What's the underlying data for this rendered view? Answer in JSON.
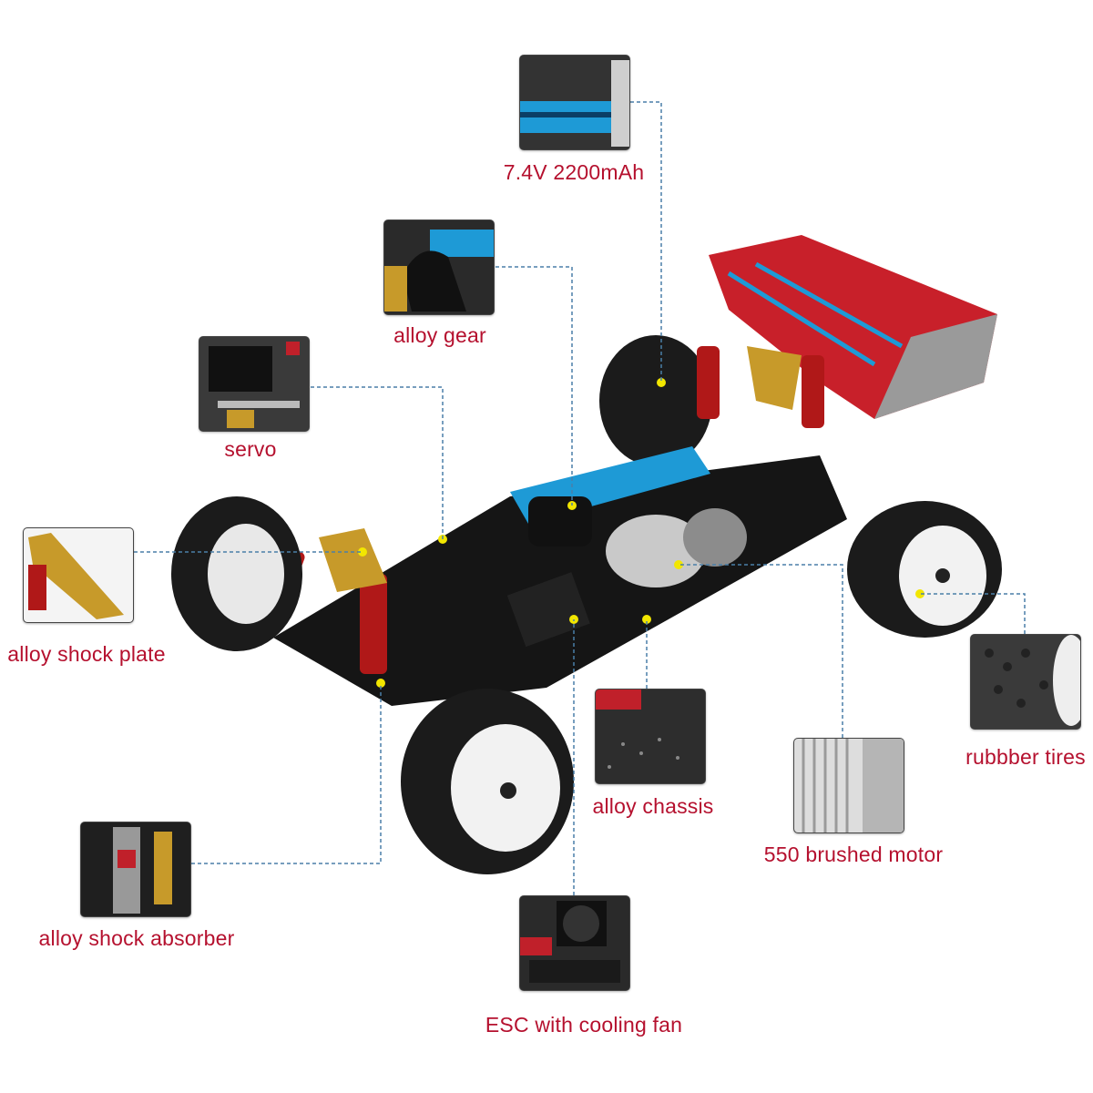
{
  "callouts": {
    "battery": {
      "label": "7.4V 2200mAh",
      "icon": "battery-thumbnail"
    },
    "gear": {
      "label": "alloy gear",
      "icon": "gear-thumbnail"
    },
    "servo": {
      "label": "servo",
      "icon": "servo-thumbnail"
    },
    "shock_plate": {
      "label": "alloy shock plate",
      "icon": "shock-plate-thumbnail"
    },
    "shock_absorber": {
      "label": "alloy shock absorber",
      "icon": "shock-absorber-thumbnail"
    },
    "esc": {
      "label": "ESC with cooling fan",
      "icon": "esc-thumbnail"
    },
    "chassis": {
      "label": "alloy chassis",
      "icon": "chassis-thumbnail"
    },
    "motor": {
      "label": "550 brushed motor",
      "icon": "motor-thumbnail"
    },
    "tires": {
      "label": "rubbber tires",
      "icon": "tire-thumbnail"
    }
  },
  "colors": {
    "label": "#b5102e",
    "leader": "#4a7fa8",
    "accent_blue": "#1e9ad6",
    "body_red": "#d0202a"
  }
}
